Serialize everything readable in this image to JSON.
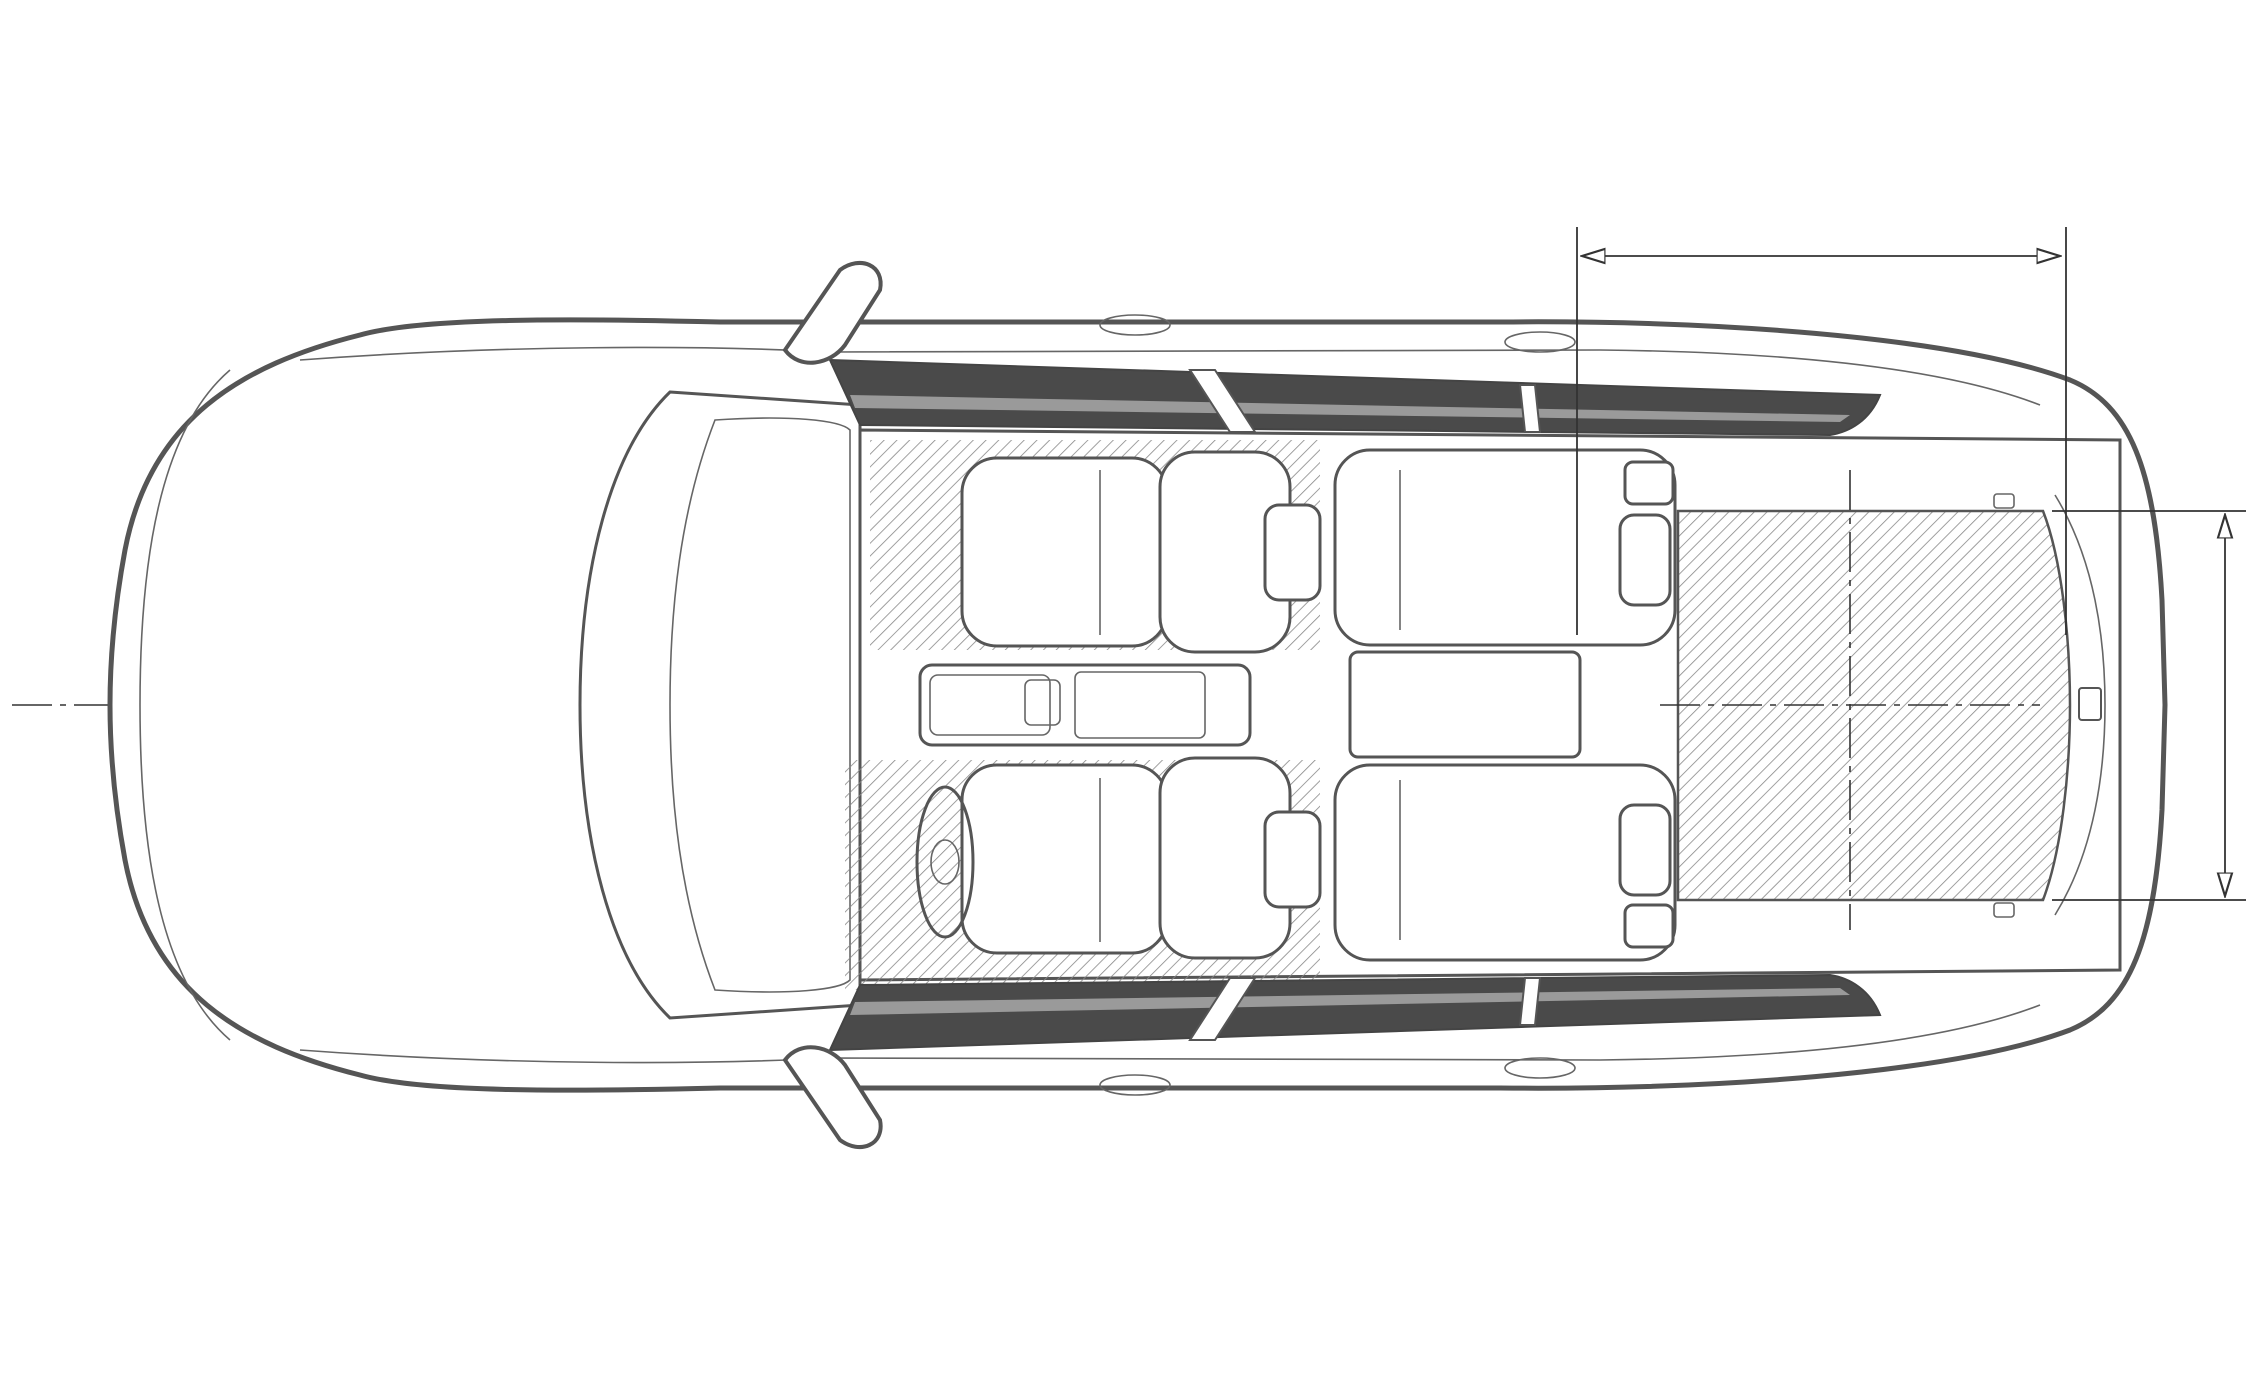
{
  "drawing": {
    "view": "top",
    "colors": {
      "outline": "#555555",
      "glass": "#4a4a4a",
      "glass_highlight": "#9a9a9a",
      "hatch": "#888888",
      "dimension": "#333333",
      "background": "#ffffff"
    },
    "hatched_areas": [
      "front-footwell",
      "cargo-floor"
    ],
    "dimensions": [
      "cargo-length",
      "cargo-width"
    ]
  }
}
